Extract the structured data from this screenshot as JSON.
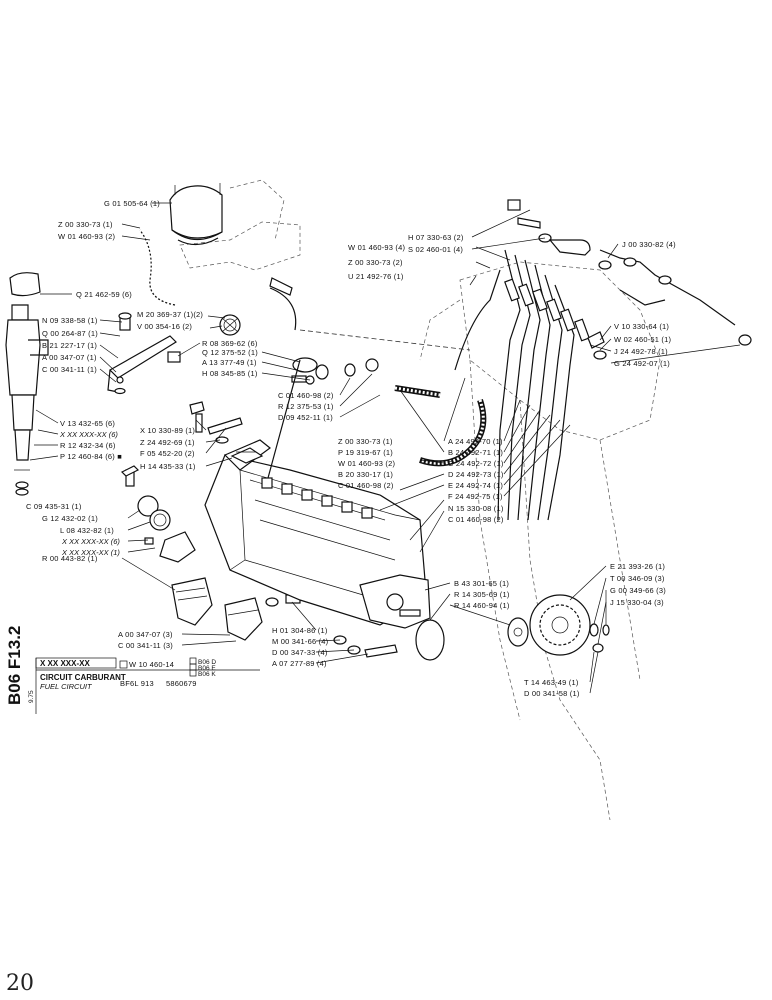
{
  "sheet": {
    "vertical_code": "B06 F13.2",
    "small_code": "9.75",
    "ref_placeholder": "X XX XXX-XX",
    "checkbox_part": "W 10 460-14",
    "variants": [
      "B06 D",
      "B06 E",
      "B06 K"
    ],
    "title_fr": "CIRCUIT CARBURANT",
    "title_en": "FUEL CIRCUIT",
    "engine_ref": "BF6L 913",
    "engine_number": "5860679",
    "handwritten": "20"
  },
  "callouts": {
    "g01505": "G 01 505-64 (1)",
    "z00330a": "Z 00 330-73 (1)",
    "w01460a": "W 01 460-93 (2)",
    "q21462": "Q 21 462-59 (6)",
    "m20369": "M 20 369-37 (1)(2)",
    "v00354": "V 00 354-16 (2)",
    "r08369": "R 08 369-62 (6)",
    "q12375": "Q 12 375-52 (1)",
    "a13377": "A 13 377-49 (1)",
    "h08345": "H 08 345-85 (1)",
    "c01460a": "C 01 460-98 (2)",
    "r12375": "R 12 375-53 (1)",
    "d09452": "D 09 452-11 (1)",
    "n09338": "N 09 338-58 (1)",
    "q00264": "Q 00 264-87 (1)",
    "b21227": "B 21 227-17 (1)",
    "a00347a": "A 00 347-07 (1)",
    "c00341a": "C 00 341-11 (1)",
    "v13432": "V 13 432-65 (6)",
    "xxa": "X XX XXX-XX (6)",
    "r12432": "R 12 432-34 (6)",
    "p12460": "P 12 460-84 (6) ■",
    "x10330": "X 10 330-89 (1)",
    "z24492": "Z 24 492-69 (1)",
    "f05452": "F 05 452-20 (2)",
    "h14435": "H 14 435-33 (1)",
    "c09435": "C 09 435-31 (1)",
    "g12432": "G 12 432-02 (1)",
    "l08432": "L 08 432-82 (1)",
    "xxb": "X XX XXX-XX (6)",
    "xxc": "X XX XXX-XX (1)",
    "r00443": "R 00 443-82 (1)",
    "h07330": "H 07 330-63 (2)",
    "s02460": "S 02 460-01 (4)",
    "w01460b": "W 01 460-93 (4)",
    "z00330b": "Z 00 330-73 (2)",
    "u21492": "U 21 492-76 (1)",
    "j00330": "J 00 330-82 (4)",
    "v10330": "V 10 330-64 (1)",
    "w02460": "W 02 460-51 (1)",
    "j24492": "J 24 492-78 (1)",
    "g24492": "G 24 492-07 (1)",
    "z00330c": "Z 00 330-73 (1)",
    "p19319": "P 19 319-67 (1)",
    "w01460c": "W 01 460-93 (2)",
    "b20330": "B 20 330-17 (1)",
    "c01460b": "C 01 460-98 (2)",
    "a24492": "A 24 492-70 (1)",
    "b24492": "B 24 492-71 (1)",
    "c24492": "C 24 492-72 (1)",
    "d24492": "D 24 492-73 (1)",
    "e24492": "E 24 492-74 (1)",
    "f24492": "F 24 492-75 (1)",
    "n15330": "N 15 330-08 (1)",
    "c01460c": "C 01 460-98 (2)",
    "b43301": "B 43 301-65 (1)",
    "r14305": "R 14 305-69 (1)",
    "r14460": "R 14 460-94 (1)",
    "e21393": "E 21 393-26 (1)",
    "t00346": "T 00 346-09 (3)",
    "g00349": "G 00 349-66 (3)",
    "j15330": "J 15 330-04 (3)",
    "a00347b": "A 00 347-07 (3)",
    "c00341b": "C 00 341-11 (3)",
    "h01304": "H 01 304-86 (1)",
    "m00341": "M 00 341-66 (4)",
    "d00347": "D 00 347-33 (4)",
    "a07277": "A 07 277-89 (4)",
    "t14463": "T 14 463-49 (1)",
    "d00341": "D 00 341-58 (1)"
  }
}
